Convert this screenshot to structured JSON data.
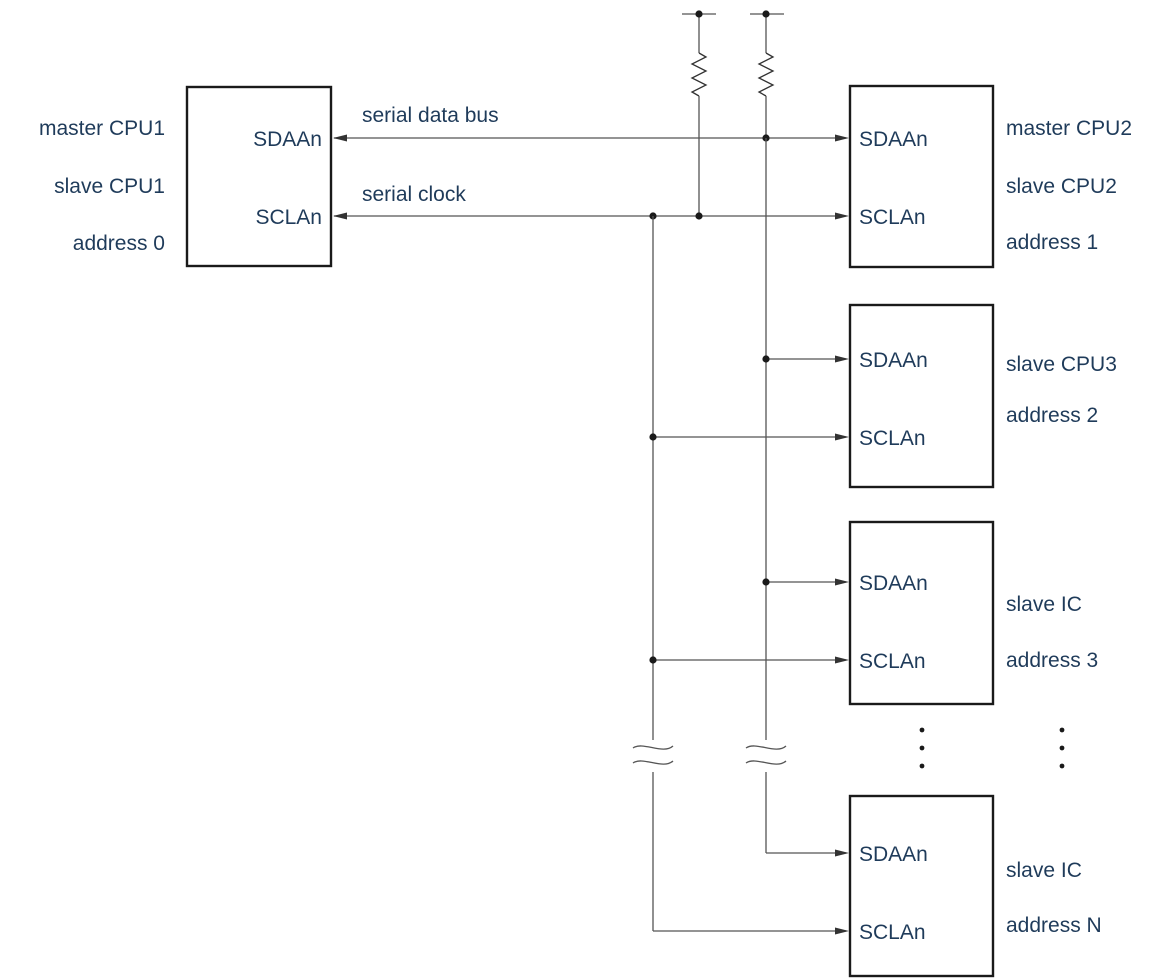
{
  "devices": [
    {
      "id": "cpu1",
      "pins": {
        "sda": "SDAAn",
        "scl": "SCLAn"
      },
      "labels": [
        "master CPU1",
        "slave CPU1",
        "address 0"
      ]
    },
    {
      "id": "cpu2",
      "pins": {
        "sda": "SDAAn",
        "scl": "SCLAn"
      },
      "labels": [
        "master CPU2",
        "slave CPU2",
        "address 1"
      ]
    },
    {
      "id": "cpu3",
      "pins": {
        "sda": "SDAAn",
        "scl": "SCLAn"
      },
      "labels": [
        "slave CPU3",
        "address 2"
      ]
    },
    {
      "id": "ic3",
      "pins": {
        "sda": "SDAAn",
        "scl": "SCLAn"
      },
      "labels": [
        "slave IC",
        "address 3"
      ]
    },
    {
      "id": "icN",
      "pins": {
        "sda": "SDAAn",
        "scl": "SCLAn"
      },
      "labels": [
        "slave IC",
        "address N"
      ]
    }
  ],
  "bus_labels": {
    "data": "serial data bus",
    "clock": "serial clock"
  },
  "continuation": "⋮"
}
